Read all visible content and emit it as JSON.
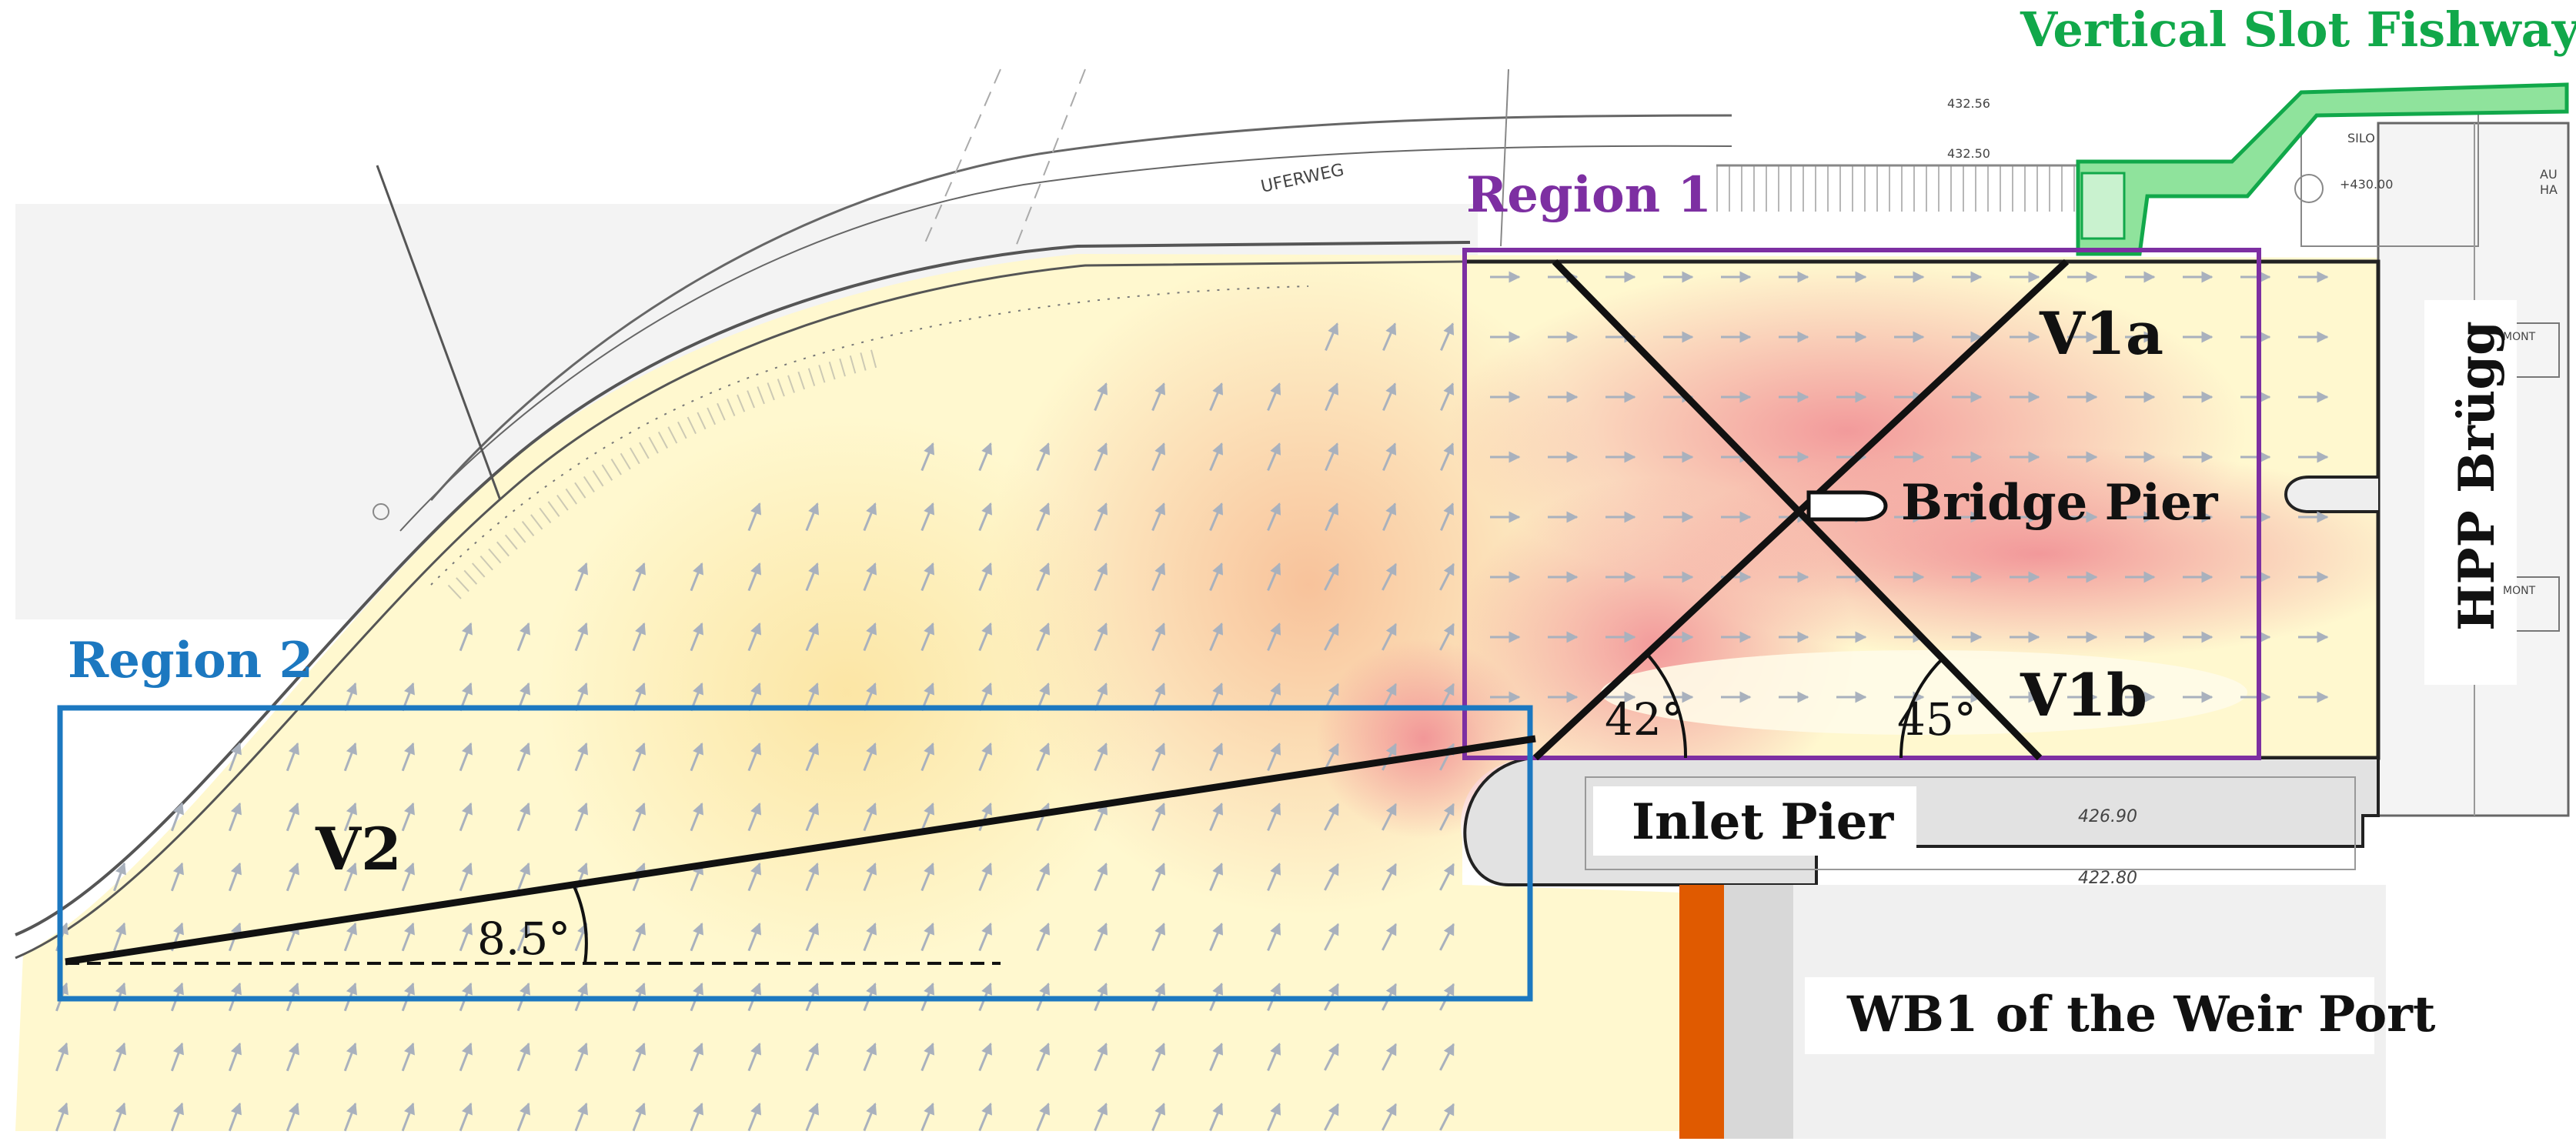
{
  "title_labels": {
    "fishway": "Vertical Slot Fishway",
    "region1": "Region 1",
    "region2": "Region 2",
    "v1a": "V1a",
    "v1b": "V1b",
    "v2": "V2",
    "bridge_pier": "Bridge Pier",
    "inlet_pier": "Inlet Pier",
    "hpp": "HPP Brügg",
    "weir": "WB1 of the Weir Port",
    "angle_42": "42°",
    "angle_45": "45°",
    "angle_85": "8.5°"
  },
  "cad_labels": {
    "uferweg": "UFERWEG",
    "elev1": "432.56",
    "elev2": "432.50",
    "elev3": "426.90",
    "elev4": "422.80",
    "silo": "SILO",
    "elev5": "+430.00",
    "monti1": "MONT",
    "monti2": "MONT",
    "au": "AU",
    "ha": "HA"
  },
  "colors": {
    "region1_frame": "#7d2fa2",
    "region2_frame": "#1c78c0",
    "fishway": "#11a84a",
    "fishway_fill": "#7fe08f",
    "weir_column": "#e05a00",
    "flow_low": "#fff6c8",
    "flow_mid": "#fbd6a8",
    "flow_high": "#f4a0a4",
    "arrow": "#a9b1bd"
  }
}
